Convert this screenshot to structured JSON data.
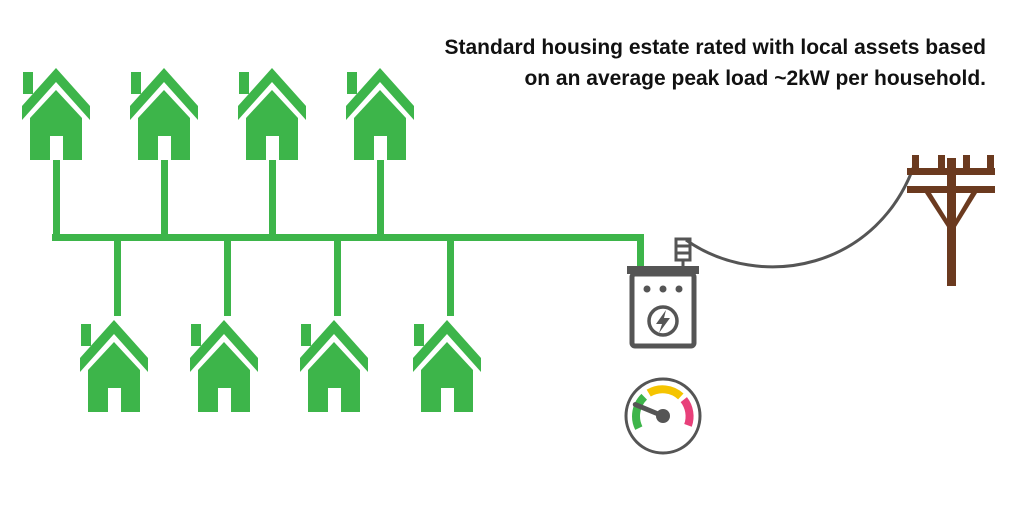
{
  "caption": {
    "line1": "Standard housing estate rated with local assets based",
    "line2": "on an average peak load ~2kW per household."
  },
  "diagram": {
    "houses_top_count": 4,
    "houses_bottom_count": 4,
    "gauge_level": 0.25
  },
  "icons": {
    "house": "house-icon",
    "transformer": "transformer-icon",
    "lightning": "lightning-bolt-icon",
    "gauge": "load-gauge-icon",
    "pole": "utility-pole-icon"
  },
  "colors": {
    "house_green": "#3db54a",
    "wire_green": "#3db54a",
    "transformer_gray": "#555555",
    "power_line": "#555555",
    "pole_brown": "#6b3a1f",
    "gauge_green": "#3db54a",
    "gauge_yellow": "#f5c400",
    "gauge_pink": "#e8407a"
  }
}
